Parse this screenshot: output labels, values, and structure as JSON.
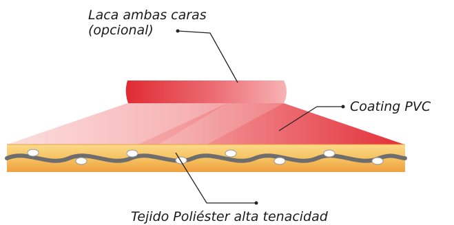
{
  "diagram": {
    "labels": {
      "lacquer_line1": "Laca ambas caras",
      "lacquer_line2": "(opcional)",
      "coating": "Coating PVC",
      "fabric": "Tejido Poliéster alta tenacidad"
    },
    "colors": {
      "coating_red": "#e4333a",
      "coating_pink": "#f6b8b8",
      "fabric_yellow": "#f7c96a",
      "fabric_orange": "#f1a33e",
      "thread_gray": "#6d6d6d",
      "leader_line": "#222222"
    }
  }
}
